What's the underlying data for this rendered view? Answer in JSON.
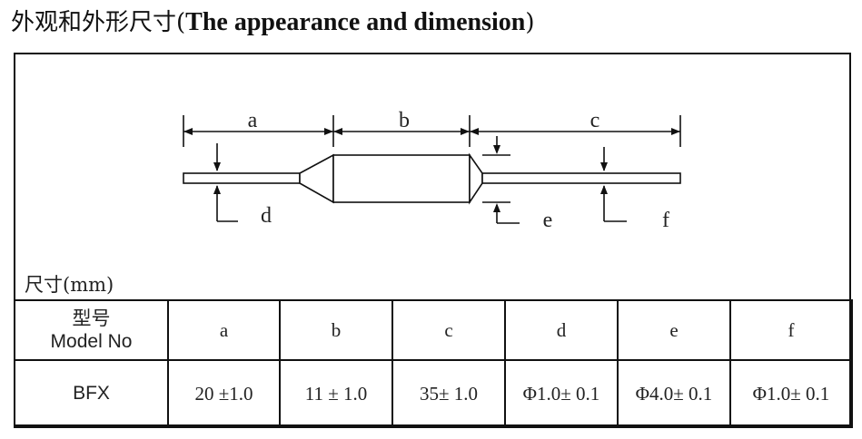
{
  "title": {
    "cn": "外观和外形尺寸(",
    "en": "The appearance and dimension",
    "close": ")"
  },
  "diagram": {
    "labels": {
      "a": "a",
      "b": "b",
      "c": "c",
      "d": "d",
      "e": "e",
      "f": "f"
    }
  },
  "unit_label": "尺寸(mm)",
  "table": {
    "header": {
      "model_cn": "型号",
      "model_en": "Model No",
      "cols": [
        "a",
        "b",
        "c",
        "d",
        "e",
        "f"
      ]
    },
    "row": {
      "model": "BFX",
      "values": [
        "20 ±1.0",
        "11 ± 1.0",
        "35± 1.0",
        "Φ1.0± 0.1",
        "Φ4.0± 0.1",
        "Φ1.0± 0.1"
      ]
    }
  }
}
